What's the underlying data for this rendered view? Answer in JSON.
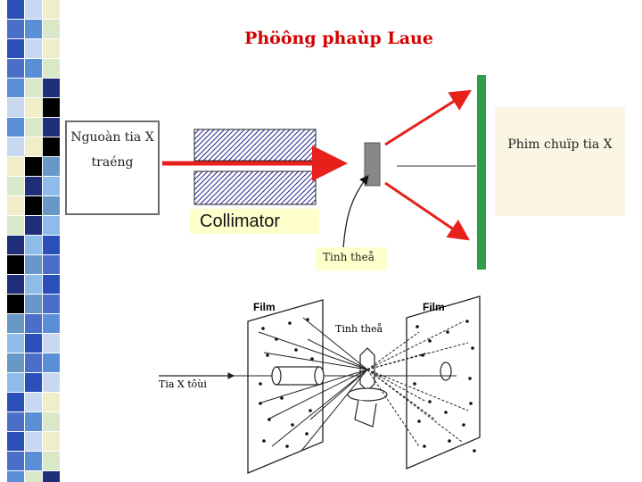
{
  "title": "Phöông phaùp Laue",
  "top_diagram": {
    "source_label": "Nguoàn tia X traéng",
    "film_label": "Phim chuïp tia X",
    "collimator_label": "Collimator",
    "crystal_label": "Tinh theå"
  },
  "bottom_diagram": {
    "film_left_label": "Film",
    "film_right_label": "Film",
    "crystal_label": "Tinh theå",
    "incident_label": "Tia X tôùi"
  },
  "colors": {
    "title": "#d40000",
    "beam": "#e8201c",
    "film_plate": "#2f9e49",
    "label_highlight": "#ffffcc"
  }
}
